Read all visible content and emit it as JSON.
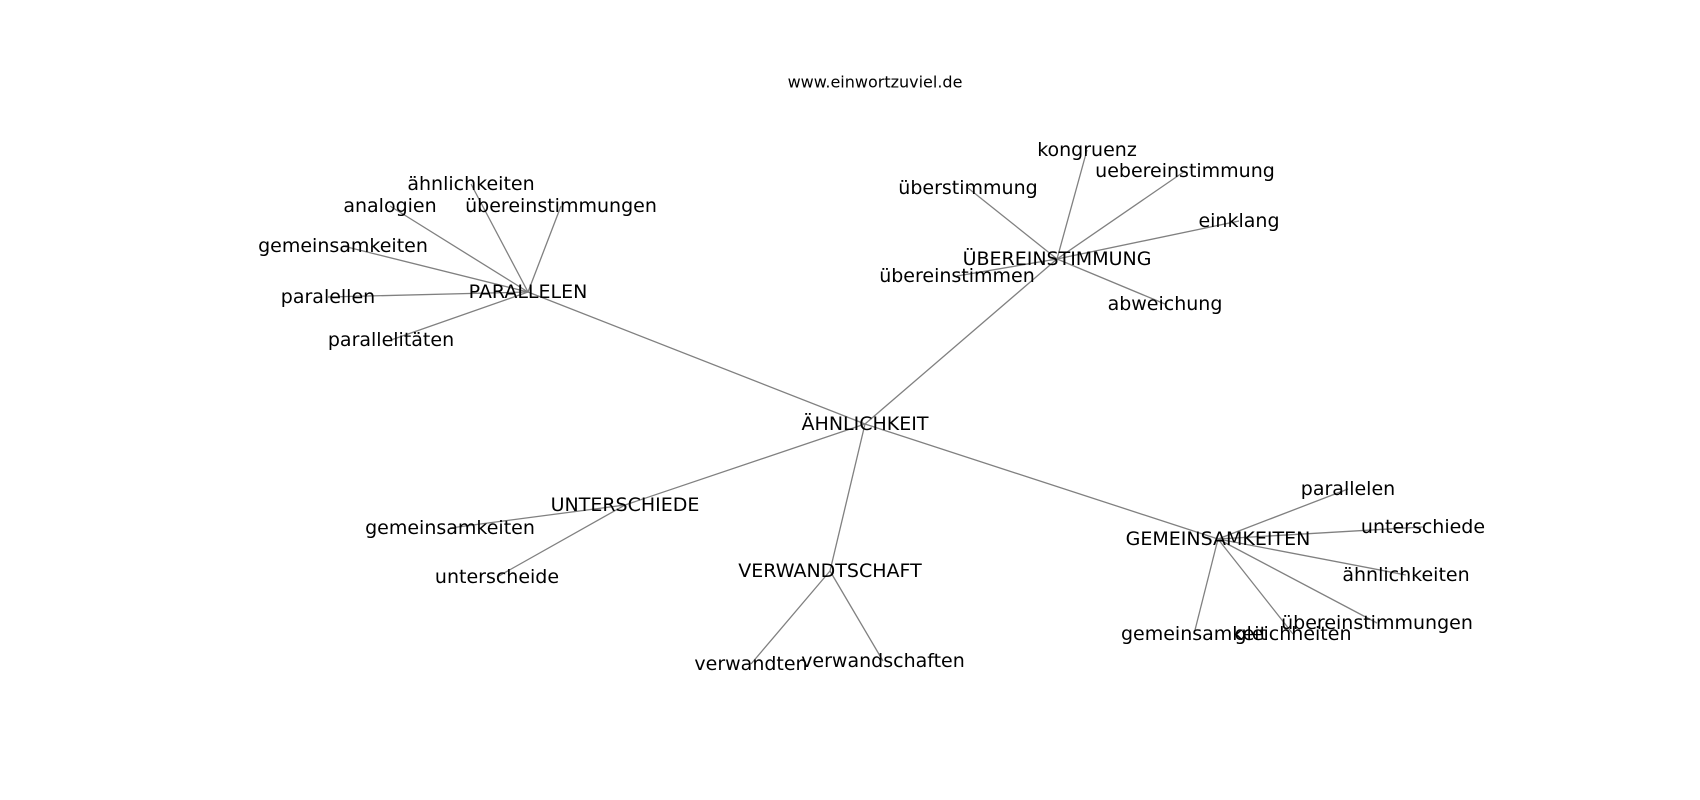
{
  "source": "www.einwortzuviel.de",
  "nodes": [
    {
      "id": "root",
      "label": "ÄHNLICHKEIT"
    },
    {
      "id": "parallelen",
      "label": "PARALLELEN"
    },
    {
      "id": "uebereinstimmung",
      "label": "ÜBEREINSTIMMUNG"
    },
    {
      "id": "unterschiede",
      "label": "UNTERSCHIEDE"
    },
    {
      "id": "verwandtschaft",
      "label": "VERWANDTSCHAFT"
    },
    {
      "id": "gemeinsamkeiten",
      "label": "GEMEINSAMKEITEN"
    },
    {
      "id": "p1",
      "label": "ähnlichkeiten"
    },
    {
      "id": "p2",
      "label": "analogien"
    },
    {
      "id": "p3",
      "label": "übereinstimmungen"
    },
    {
      "id": "p4",
      "label": "gemeinsamkeiten"
    },
    {
      "id": "p5",
      "label": "paralellen"
    },
    {
      "id": "p6",
      "label": "parallelitäten"
    },
    {
      "id": "u1",
      "label": "kongruenz"
    },
    {
      "id": "u2",
      "label": "uebereinstimmung"
    },
    {
      "id": "u3",
      "label": "überstimmung"
    },
    {
      "id": "u4",
      "label": "einklang"
    },
    {
      "id": "u5",
      "label": "übereinstimmen"
    },
    {
      "id": "u6",
      "label": "abweichung"
    },
    {
      "id": "s1",
      "label": "gemeinsamkeiten"
    },
    {
      "id": "s2",
      "label": "unterscheide"
    },
    {
      "id": "v1",
      "label": "verwandten"
    },
    {
      "id": "v2",
      "label": "verwandschaften"
    },
    {
      "id": "g1",
      "label": "parallelen"
    },
    {
      "id": "g2",
      "label": "unterschiede"
    },
    {
      "id": "g3",
      "label": "ähnlichkeiten"
    },
    {
      "id": "g4",
      "label": "übereinstimmungen"
    },
    {
      "id": "g5",
      "label": "gemeinsamkeit"
    },
    {
      "id": "g6",
      "label": "gleichheiten"
    }
  ],
  "edges": [
    [
      "root",
      "parallelen"
    ],
    [
      "root",
      "uebereinstimmung"
    ],
    [
      "root",
      "unterschiede"
    ],
    [
      "root",
      "verwandtschaft"
    ],
    [
      "root",
      "gemeinsamkeiten"
    ],
    [
      "parallelen",
      "p1"
    ],
    [
      "parallelen",
      "p2"
    ],
    [
      "parallelen",
      "p3"
    ],
    [
      "parallelen",
      "p4"
    ],
    [
      "parallelen",
      "p5"
    ],
    [
      "parallelen",
      "p6"
    ],
    [
      "uebereinstimmung",
      "u1"
    ],
    [
      "uebereinstimmung",
      "u2"
    ],
    [
      "uebereinstimmung",
      "u3"
    ],
    [
      "uebereinstimmung",
      "u4"
    ],
    [
      "uebereinstimmung",
      "u5"
    ],
    [
      "uebereinstimmung",
      "u6"
    ],
    [
      "unterschiede",
      "s1"
    ],
    [
      "unterschiede",
      "s2"
    ],
    [
      "verwandtschaft",
      "v1"
    ],
    [
      "verwandtschaft",
      "v2"
    ],
    [
      "gemeinsamkeiten",
      "g1"
    ],
    [
      "gemeinsamkeiten",
      "g2"
    ],
    [
      "gemeinsamkeiten",
      "g3"
    ],
    [
      "gemeinsamkeiten",
      "g4"
    ],
    [
      "gemeinsamkeiten",
      "g5"
    ],
    [
      "gemeinsamkeiten",
      "g6"
    ]
  ],
  "colors": {
    "edge": "#808080",
    "text": "#000000",
    "background": "#ffffff"
  }
}
